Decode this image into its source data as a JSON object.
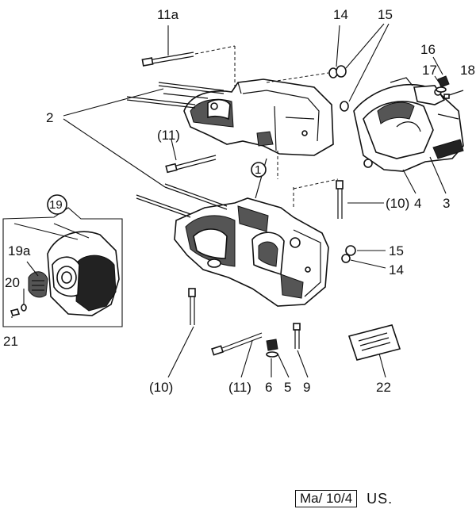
{
  "labels": {
    "l11a": "11a",
    "l14_top": "14",
    "l15_top": "15",
    "l16": "16",
    "l17": "17",
    "l18": "18",
    "l2": "2",
    "l11_paren_top": "(11)",
    "l1": "1",
    "l10_paren_right": "(10)",
    "l4": "4",
    "l3": "3",
    "l19": "19",
    "l19a": "19a",
    "l20": "20",
    "l21": "21",
    "l15_mid": "15",
    "l14_mid": "14",
    "l10_paren_left": "(10)",
    "l11_paren_bottom": "(11)",
    "l6": "6",
    "l5": "5",
    "l9": "9",
    "l22": "22"
  },
  "footer": {
    "ref": "Ma/ 10/4",
    "region": "US."
  }
}
